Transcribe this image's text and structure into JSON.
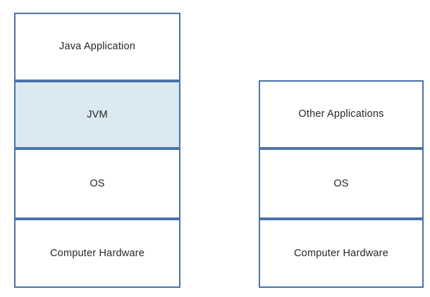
{
  "diagram": {
    "type": "layered-stack-comparison",
    "background_color": "#ffffff",
    "border_color": "#4a72a8",
    "text_color": "#262626",
    "highlight_fill": "#daeaf0",
    "default_fill": "#ffffff",
    "left_stack": {
      "name": "java-platform-stack",
      "layers": [
        {
          "label": "Java Application",
          "fill": "#ffffff",
          "highlighted": false
        },
        {
          "label": "JVM",
          "fill": "#daeaf0",
          "highlighted": true
        },
        {
          "label": "OS",
          "fill": "#ffffff",
          "highlighted": false
        },
        {
          "label": "Computer Hardware",
          "fill": "#ffffff",
          "highlighted": false
        }
      ]
    },
    "right_stack": {
      "name": "native-platform-stack",
      "layers": [
        {
          "label": "Other Applications",
          "fill": "#ffffff",
          "highlighted": false
        },
        {
          "label": "OS",
          "fill": "#ffffff",
          "highlighted": false
        },
        {
          "label": "Computer Hardware",
          "fill": "#ffffff",
          "highlighted": false
        }
      ]
    }
  }
}
